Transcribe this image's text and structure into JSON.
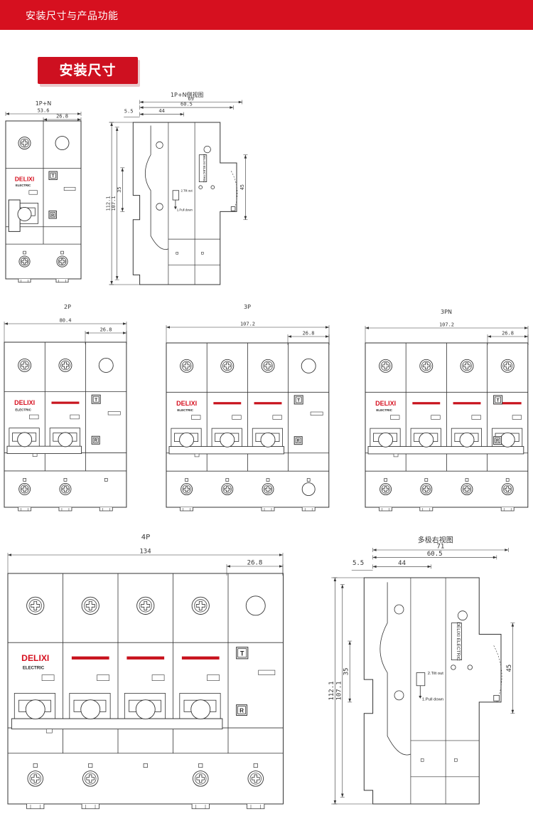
{
  "header": {
    "title": "安装尺寸与产品功能"
  },
  "section_badge": {
    "label": "安装尺寸"
  },
  "brand": {
    "name": "DELIXI",
    "sub": "ELECTRIC"
  },
  "colors": {
    "header_red": "#d6101f",
    "handle_red": "#c8141e",
    "line": "#333333"
  },
  "icons": {
    "screw": "cross-screw-icon",
    "test_button": "T",
    "reset_button": "R"
  },
  "side_labels": {
    "step1": "1.Pull down",
    "step2": "2.Tilt out",
    "plate": "DELIXI ELECTRIC"
  },
  "views": {
    "v1": {
      "label": "1P+N",
      "dims": [
        "53.6",
        "26.8"
      ]
    },
    "v2": {
      "label": "1P+N侧视图",
      "dims": [
        "69",
        "60.5",
        "44",
        "5.5",
        "45",
        "35",
        "107.1",
        "112.1"
      ]
    },
    "v3": {
      "label": "2P",
      "dims": [
        "80.4",
        "26.8"
      ]
    },
    "v4": {
      "label": "3P",
      "dims": [
        "107.2",
        "26.8"
      ]
    },
    "v5": {
      "label": "3PN",
      "dims": [
        "107.2",
        "26.8"
      ]
    },
    "v6": {
      "label": "4P",
      "dims": [
        "134",
        "26.8"
      ]
    },
    "v7": {
      "label": "多极右视图",
      "dims": [
        "71",
        "60.5",
        "44",
        "5.5",
        "45",
        "35",
        "107.1",
        "112.1"
      ]
    }
  }
}
